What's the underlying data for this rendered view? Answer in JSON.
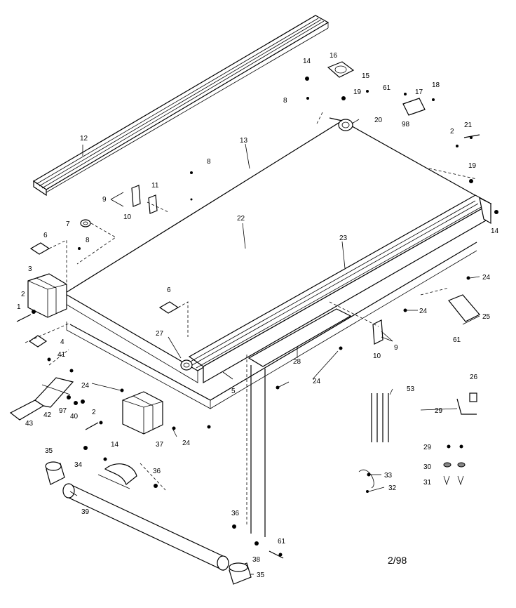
{
  "labels": {
    "l1": "1",
    "l2a": "2",
    "l2b": "2",
    "l2c": "2",
    "l3": "3",
    "l4": "4",
    "l5": "5",
    "l6a": "6",
    "l6b": "6",
    "l7": "7",
    "l8a": "8",
    "l8b": "8",
    "l8c": "8",
    "l9a": "9",
    "l9b": "9",
    "l10a": "10",
    "l10b": "10",
    "l11": "11",
    "l12": "12",
    "l13": "13",
    "l14a": "14",
    "l14b": "14",
    "l14c": "14",
    "l15": "15",
    "l16": "16",
    "l17": "17",
    "l18": "18",
    "l19a": "19",
    "l19b": "19",
    "l20": "20",
    "l21": "21",
    "l22": "22",
    "l23": "23",
    "l24a": "24",
    "l24b": "24",
    "l24c": "24",
    "l24d": "24",
    "l24e": "24",
    "l25": "25",
    "l26": "26",
    "l27": "27",
    "l28": "28",
    "l29a": "29",
    "l29b": "29",
    "l30": "30",
    "l31": "31",
    "l32": "32",
    "l33": "33",
    "l34": "34",
    "l35a": "35",
    "l35b": "35",
    "l36a": "36",
    "l36b": "36",
    "l37": "37",
    "l38": "38",
    "l39": "39",
    "l40": "40",
    "l41": "41",
    "l42": "42",
    "l43": "43",
    "l53": "53",
    "l61a": "61",
    "l61b": "61",
    "l61c": "61",
    "l97": "97",
    "l98": "98"
  },
  "date_stamp": "2/98"
}
